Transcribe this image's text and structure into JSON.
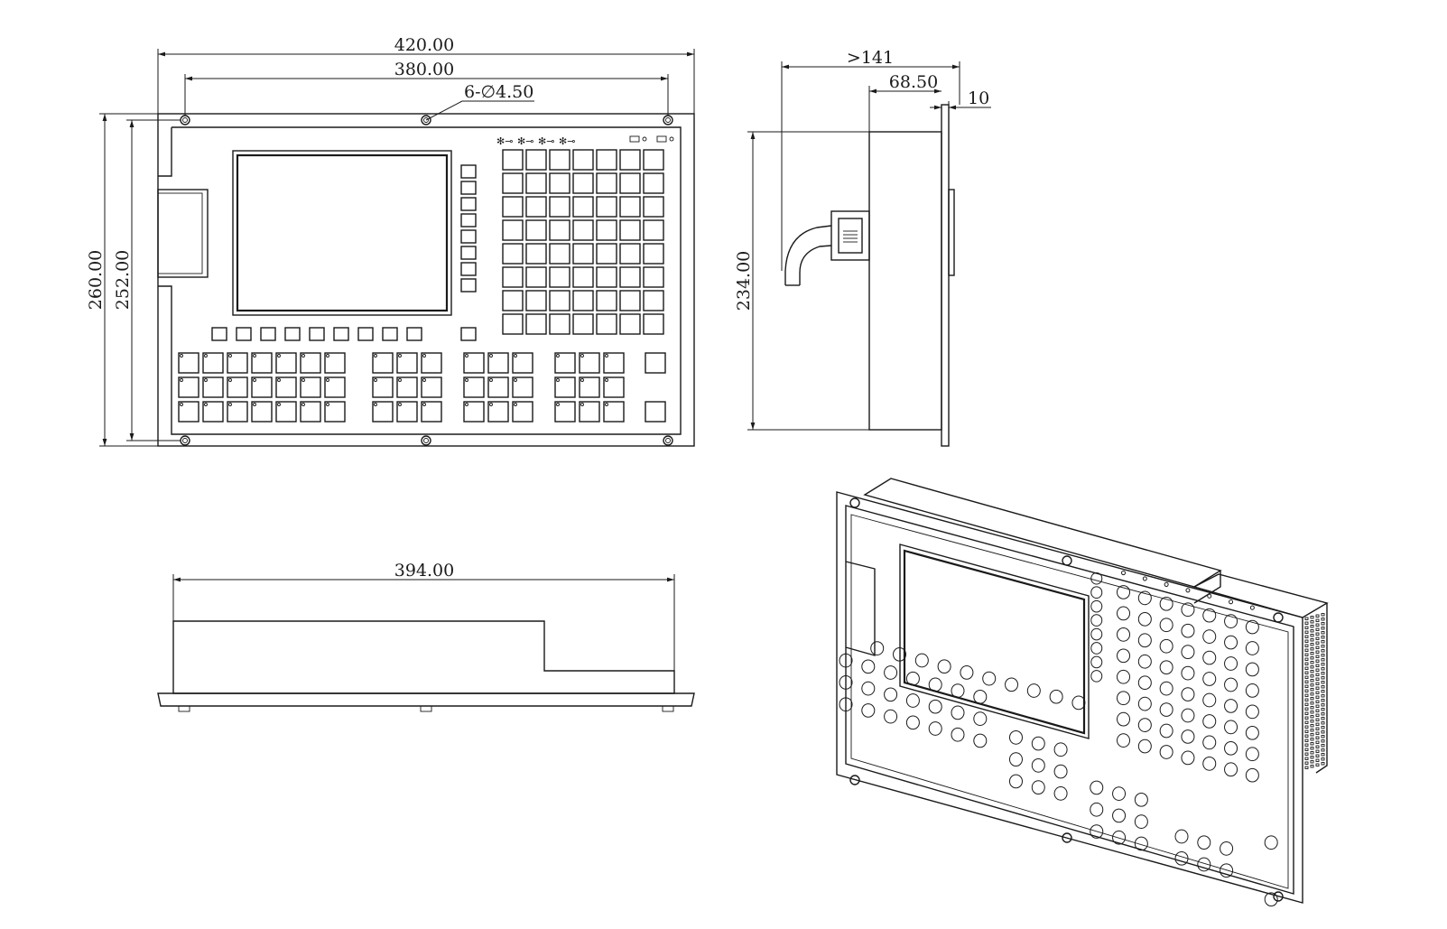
{
  "dimensions": {
    "front_overall_width": "420.00",
    "front_hole_spacing": "380.00",
    "mount_holes": "6-∅4.50",
    "front_overall_height": "260.00",
    "front_hole_height": "252.00",
    "side_depth": ">141",
    "side_body_depth": "68.50",
    "side_panel_thickness": "10",
    "side_height": "234.00",
    "top_body_width": "394.00"
  },
  "colors": {
    "line": "#1a1a1a",
    "background": "#ffffff"
  }
}
